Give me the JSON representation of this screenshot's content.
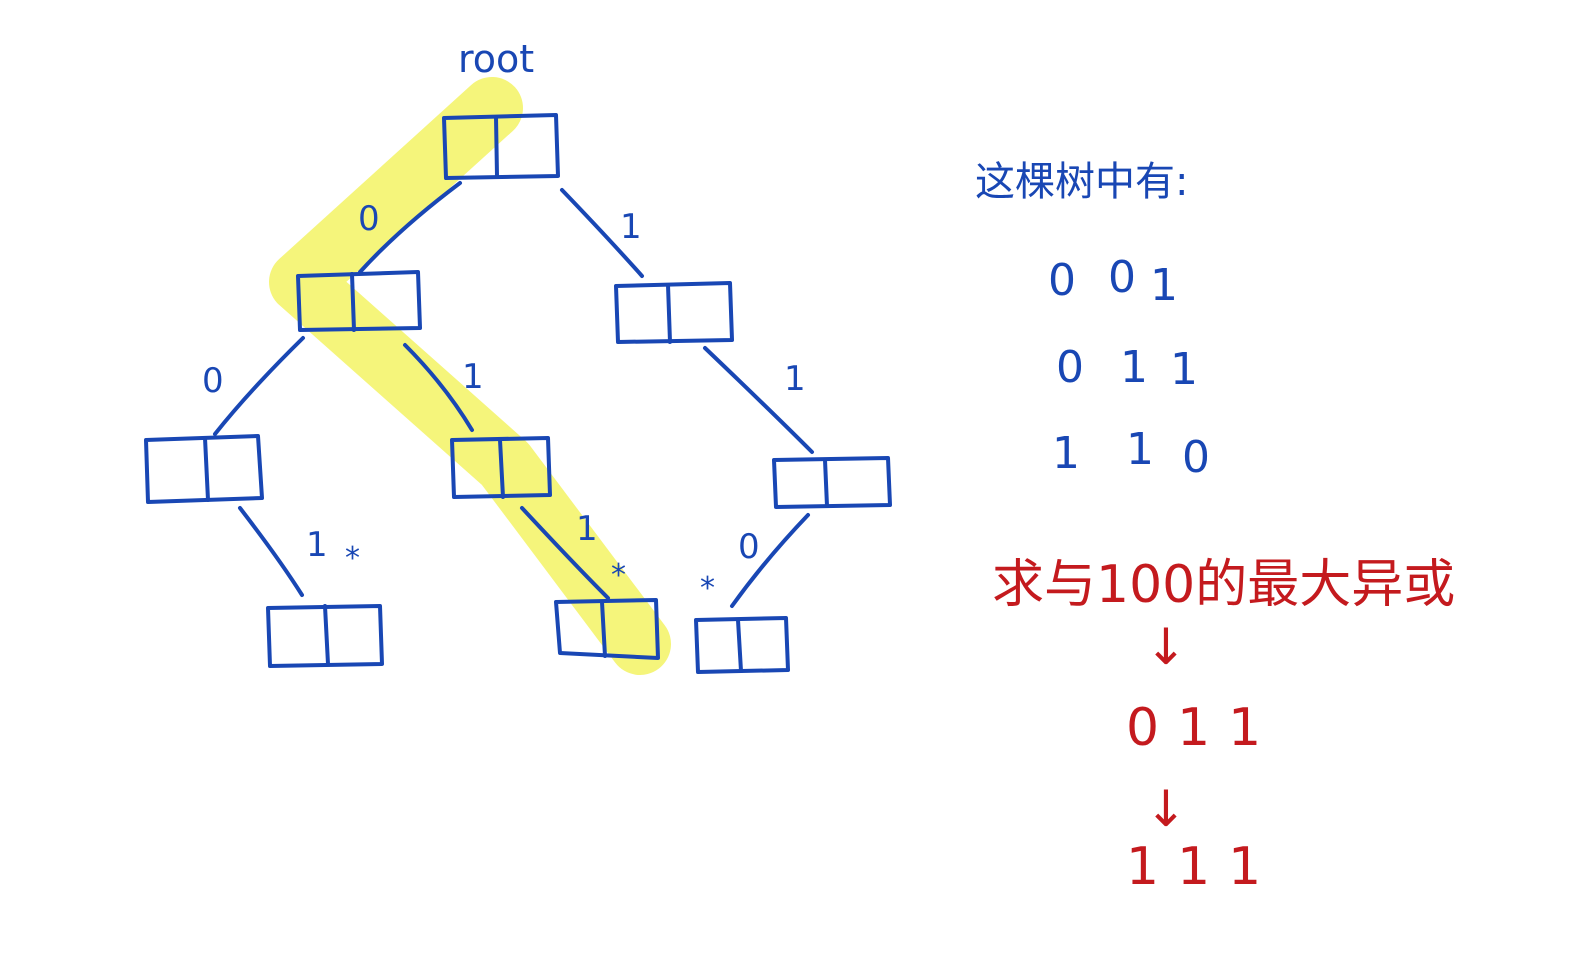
{
  "tree": {
    "root_label": "root",
    "edge_labels": {
      "root_left": "0",
      "root_right": "1",
      "l1_left": "0",
      "l1_right": "1",
      "r1_right": "1",
      "ll_right": "1",
      "lr_right": "1",
      "rr_left": "0"
    },
    "marker": "*"
  },
  "notes": {
    "heading": "这棵树中有:",
    "numbers": [
      [
        "0",
        "0",
        "1"
      ],
      [
        "0",
        "1",
        "1"
      ],
      [
        "1",
        "1",
        "0"
      ]
    ],
    "query": "求与100的最大异或",
    "steps": [
      "011",
      "111"
    ],
    "arrow": "↓"
  },
  "colors": {
    "ink_blue": "#1947b4",
    "ink_red": "#c41a1e",
    "highlight": "#f3f25a"
  }
}
